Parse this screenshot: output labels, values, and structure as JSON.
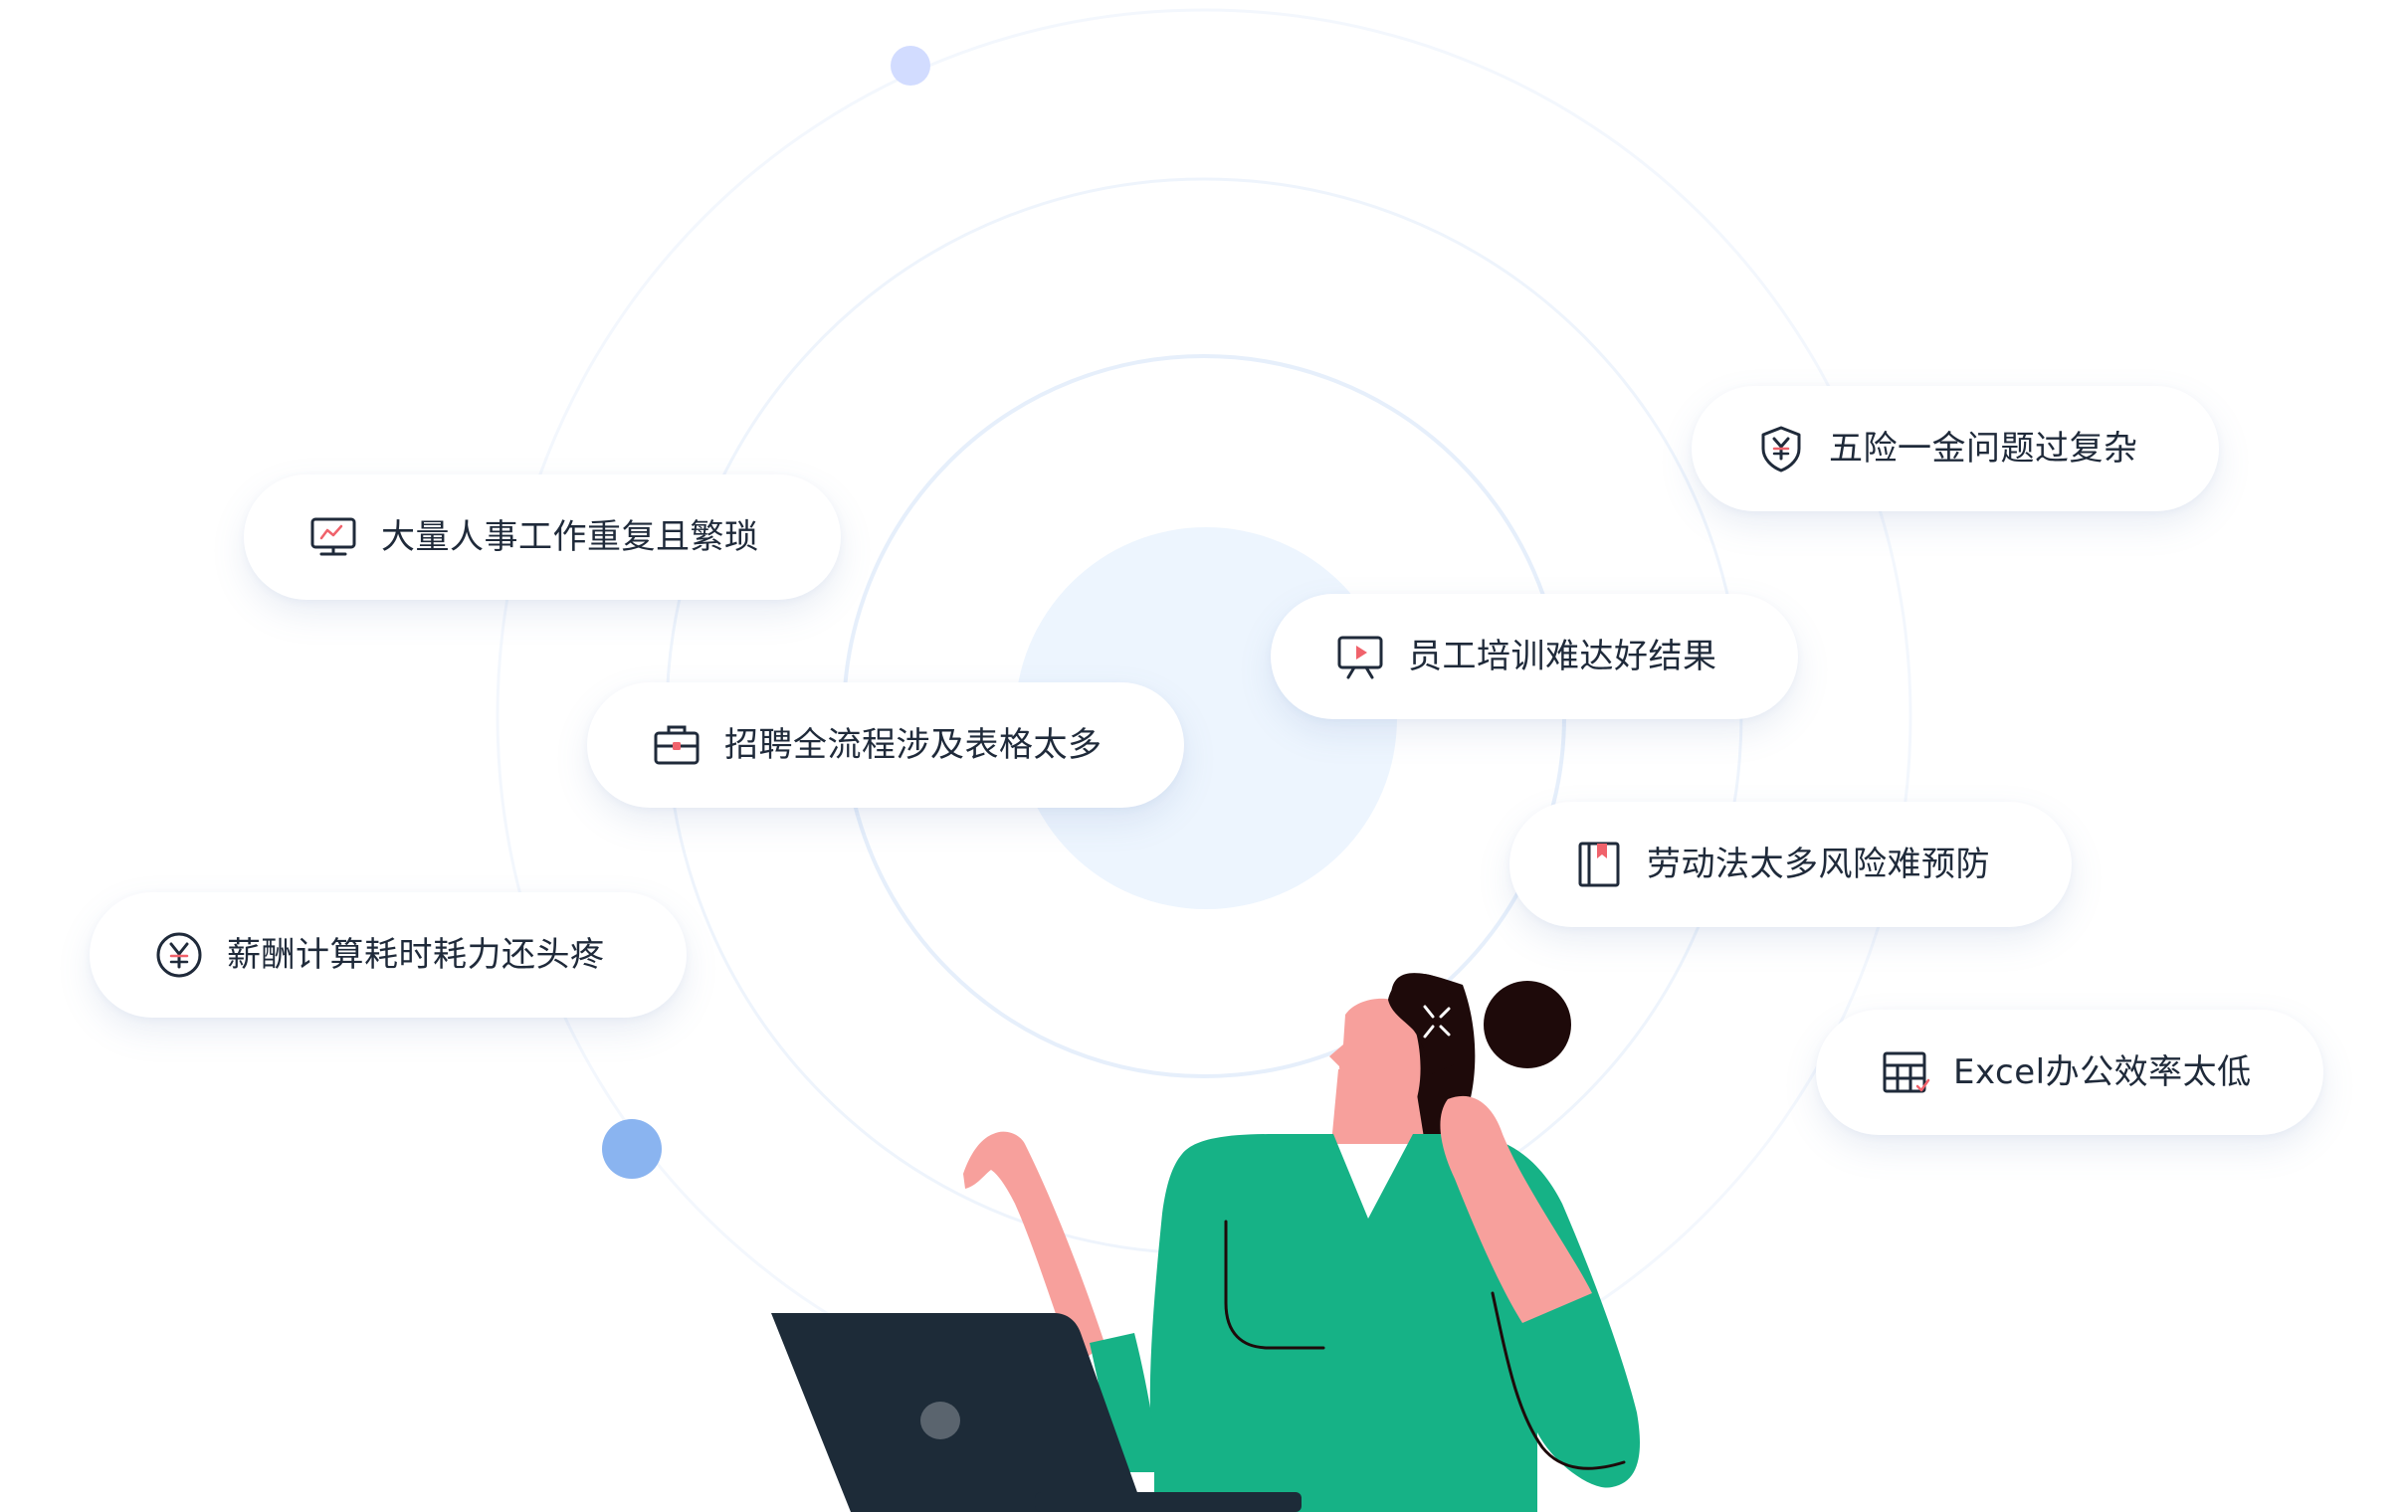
{
  "pain_points": [
    {
      "id": "repetitive",
      "icon": "monitor-icon",
      "label": "大量人事工作重复且繁琐"
    },
    {
      "id": "recruiting",
      "icon": "briefcase-icon",
      "label": "招聘全流程涉及表格太多"
    },
    {
      "id": "payroll",
      "icon": "yuan-coin-icon",
      "label": "薪酬计算耗时耗力还头疼"
    },
    {
      "id": "insurance",
      "icon": "yuan-shield-icon",
      "label": "五险一金问题过复杂"
    },
    {
      "id": "training",
      "icon": "presentation-board-icon",
      "label": "员工培训难达好结果"
    },
    {
      "id": "labor-law",
      "icon": "bookmark-book-icon",
      "label": "劳动法太多风险难预防"
    },
    {
      "id": "excel",
      "icon": "spreadsheet-icon",
      "label": "Excel办公效率太低"
    }
  ],
  "colors": {
    "text": "#1f2a3a",
    "icon_stroke": "#1f2a3a",
    "icon_accent": "#f0626b",
    "shirt": "#16b286",
    "skin": "#f7a09c",
    "hair": "#1e0a0a",
    "laptop": "#1d2b38",
    "ring": "#e4eefb",
    "center_disc": "#eaf3fd",
    "dot_light": "#d2dcff",
    "dot_blue": "#8ab4f0"
  }
}
